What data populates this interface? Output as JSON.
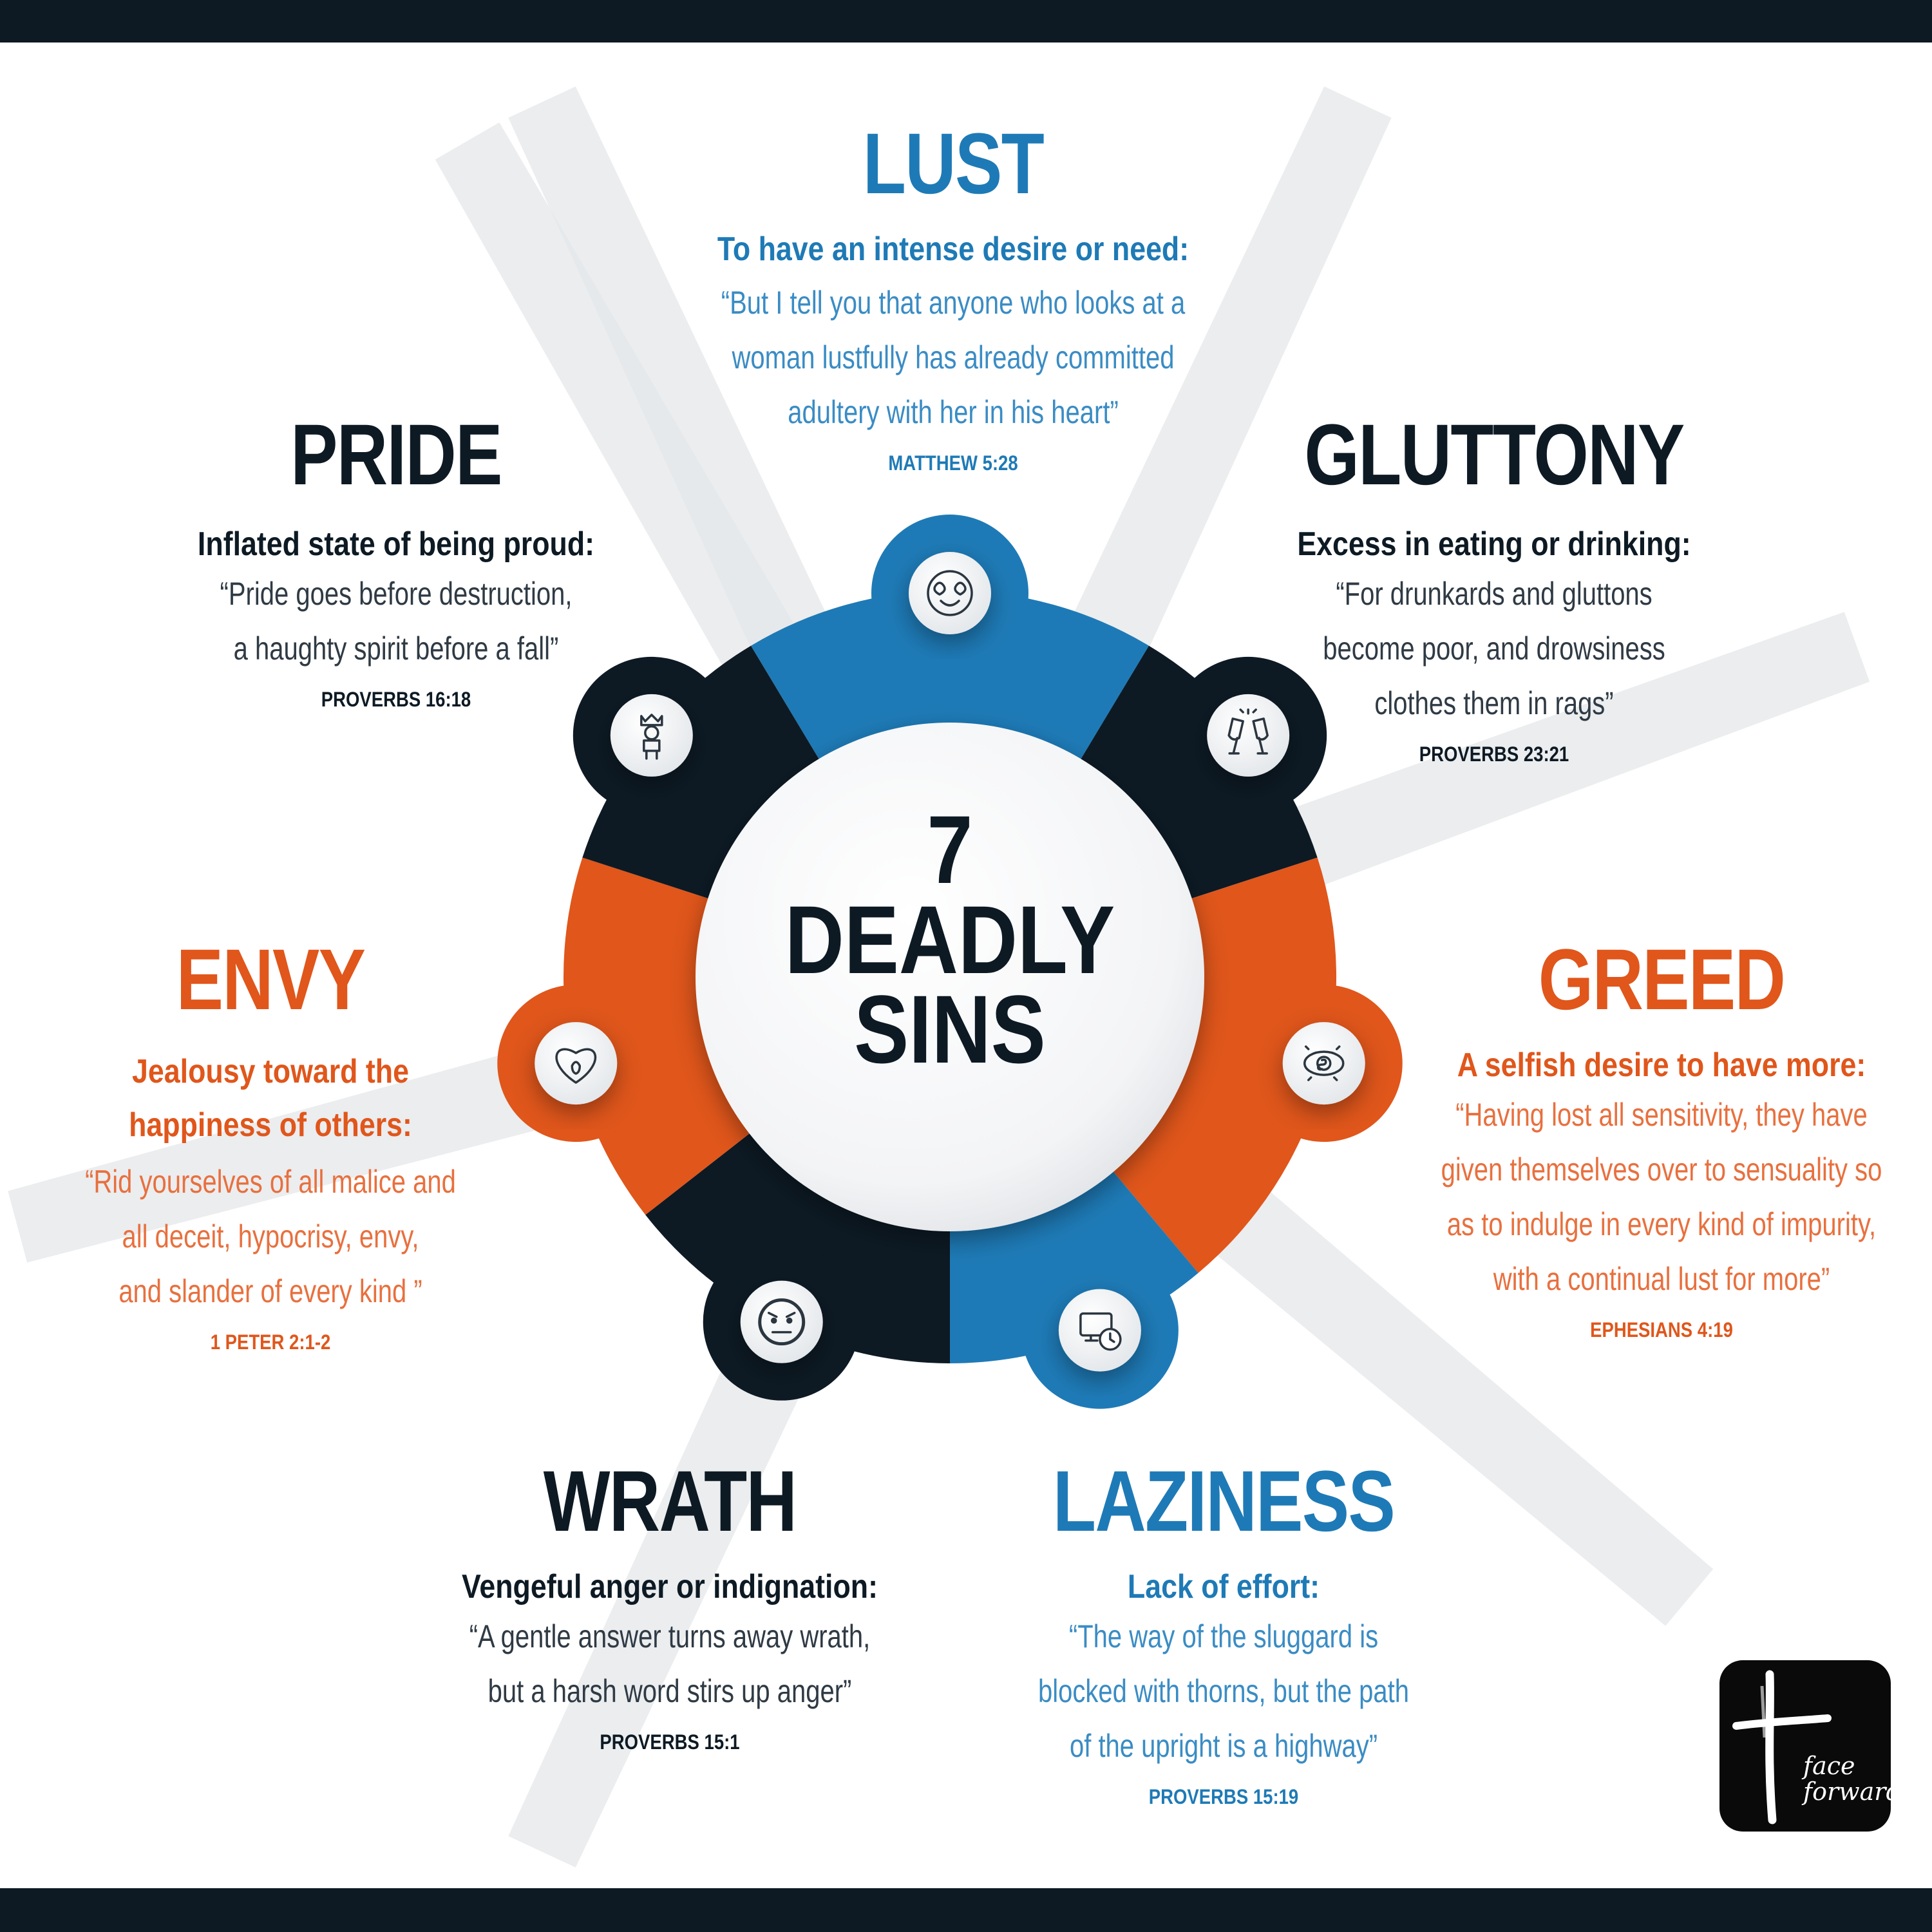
{
  "center": {
    "line1": "7",
    "line2": "DEADLY",
    "line3": "SINS"
  },
  "colors": {
    "blue": "#1e7ab6",
    "dark": "#0d1a24",
    "orange": "#e0561b"
  },
  "sins": [
    {
      "key": "lust",
      "title": "LUST",
      "definition": "To have an intense desire or need:",
      "quote": [
        "“But I tell you that anyone who looks at a",
        "woman lustfully has already committed",
        "adultery with her in his heart”"
      ],
      "reference": "MATTHEW 5:28",
      "icon": "lust-icon"
    },
    {
      "key": "gluttony",
      "title": "GLUTTONY",
      "definition": "Excess in eating or drinking:",
      "quote": [
        "“For drunkards and gluttons",
        "become poor, and drowsiness",
        "clothes them in rags”"
      ],
      "reference": "PROVERBS 23:21",
      "icon": "wine-glasses-icon"
    },
    {
      "key": "greed",
      "title": "GREED",
      "definition": "A selfish desire to have more:",
      "quote": [
        "“Having lost all sensitivity, they have",
        "given themselves over to sensuality so",
        "as to indulge in every kind of impurity,",
        "with a continual lust for more”"
      ],
      "reference": "EPHESIANS 4:19",
      "icon": "money-eye-icon"
    },
    {
      "key": "laziness",
      "title": "LAZINESS",
      "definition": "Lack of effort:",
      "quote": [
        "“The way of the sluggard is",
        "blocked  with thorns, but the path",
        "of the upright is a highway”"
      ],
      "reference": "PROVERBS 15:19",
      "icon": "tv-clock-icon"
    },
    {
      "key": "wrath",
      "title": "WRATH",
      "definition": "Vengeful anger or indignation:",
      "quote": [
        "“A gentle answer turns away wrath,",
        "but a harsh word stirs up anger”"
      ],
      "reference": "PROVERBS 15:1",
      "icon": "angry-face-icon"
    },
    {
      "key": "envy",
      "title": "ENVY",
      "definition": [
        "Jealousy toward the",
        "happiness of others:"
      ],
      "quote": [
        "“Rid yourselves of all malice and",
        "all deceit, hypocrisy, envy,",
        "and slander of every kind ”"
      ],
      "reference": "1 PETER 2:1-2",
      "icon": "heart-icon"
    },
    {
      "key": "pride",
      "title": "PRIDE",
      "definition": "Inflated state of being proud:",
      "quote": [
        "“Pride goes before destruction,",
        "a haughty spirit before a fall”"
      ],
      "reference": "PROVERBS 16:18",
      "icon": "person-crown-icon"
    }
  ],
  "logo": {
    "line1": "face",
    "line2": "forward",
    "icon": "cross-icon"
  }
}
